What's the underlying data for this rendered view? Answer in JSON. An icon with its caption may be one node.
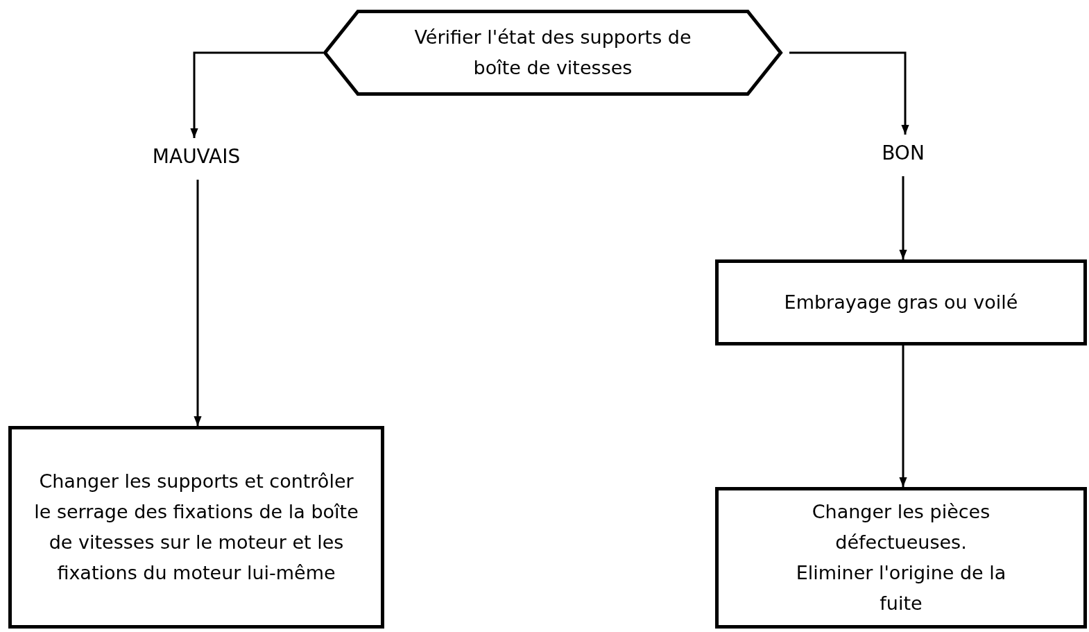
{
  "diagram": {
    "nodes": [
      {
        "text": [
          "Vérifier l'état des supports de boîte de vitesses"
        ]
      },
      {
        "text": [
          "MAUVAIS"
        ]
      },
      {
        "text": [
          "BON"
        ]
      },
      {
        "text": [
          "Changer les supports et contrôler le serrage des fixations de la boîte de vitesses sur le moteur et les fixations du moteur lui-même"
        ]
      },
      {
        "text": [
          "Embrayage gras ou voilé"
        ]
      },
      {
        "text": [
          "Changer les pièces défectueuses. Eliminer l'origine de la fuite"
        ]
      }
    ],
    "edges": [
      {
        "from": 0,
        "to": 1,
        "arrow": "to"
      },
      {
        "from": 0,
        "to": 2,
        "arrow": "to"
      },
      {
        "from": 1,
        "to": 3,
        "arrow": "to"
      },
      {
        "from": 2,
        "to": 4,
        "arrow": "to"
      },
      {
        "from": 4,
        "to": 5,
        "arrow": "to"
      }
    ]
  }
}
